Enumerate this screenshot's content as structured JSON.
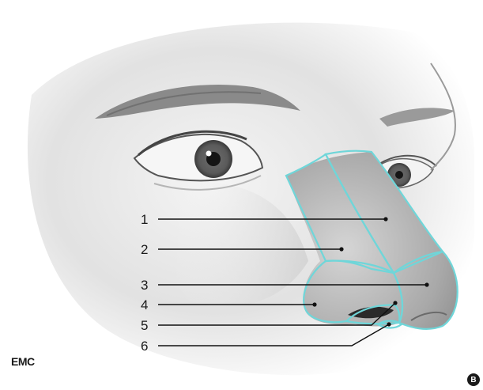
{
  "figure": {
    "source_mark": "EMC",
    "panel_badge": "B",
    "outline_color": "#6fd6d9",
    "labels": [
      {
        "number": "1"
      },
      {
        "number": "2"
      },
      {
        "number": "3"
      },
      {
        "number": "4"
      },
      {
        "number": "5"
      },
      {
        "number": "6"
      }
    ]
  }
}
